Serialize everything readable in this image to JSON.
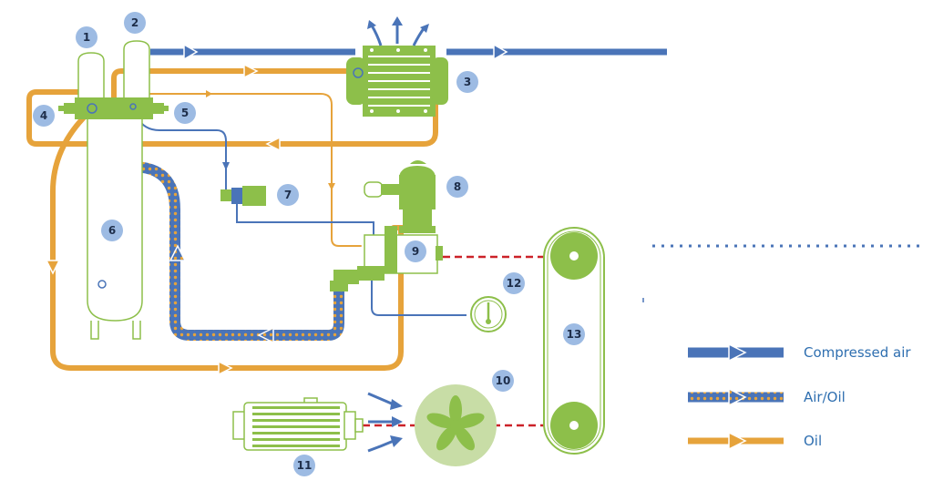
{
  "labels": {
    "n1": "1",
    "n2": "2",
    "n3": "3",
    "n4": "4",
    "n5": "5",
    "n6": "6",
    "n7": "7",
    "n8": "8",
    "n9": "9",
    "n10": "10",
    "n11": "11",
    "n12": "12",
    "n13": "13"
  },
  "legend": {
    "compressed_air": "Compressed air",
    "air_oil": "Air/Oil",
    "oil": "Oil"
  },
  "colors": {
    "air": "#4a74b8",
    "oil": "#e6a33b",
    "component": "#8dbf4a",
    "badge": "#9dbbe3",
    "power": "#cc2229"
  }
}
